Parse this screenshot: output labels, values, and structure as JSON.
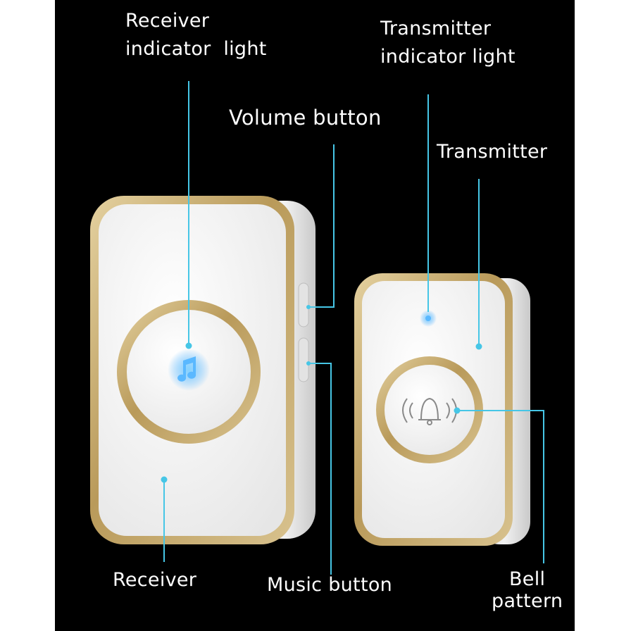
{
  "labels": {
    "receiver_indicator_light": [
      "Receiver",
      "indicator  light"
    ],
    "transmitter_indicator_light": [
      "Transmitter",
      "indicator light"
    ],
    "volume_button": "Volume button",
    "transmitter": "Transmitter",
    "receiver": "Receiver",
    "music_button": "Music button",
    "bell_pattern": [
      "Bell",
      "pattern"
    ]
  },
  "colors": {
    "background": "#000000",
    "gold_trim": "#c8ad74",
    "body_white": "#f4f4f4",
    "leader_line": "#46c6e6",
    "indicator_glow": "#3aa6ff"
  },
  "icons": {
    "receiver_light": "music-note-icon",
    "transmitter_button": "bell-icon"
  }
}
